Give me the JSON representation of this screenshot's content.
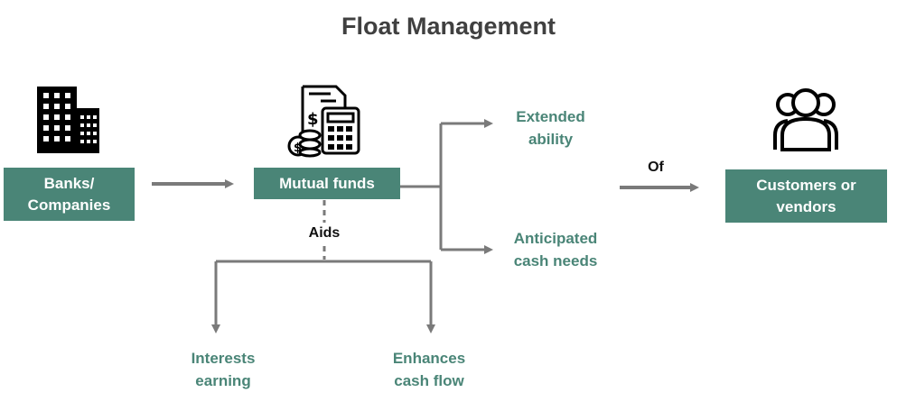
{
  "title": "Float Management",
  "nodes": {
    "banks": "Banks/\nCompanies",
    "mutual_funds": "Mutual funds",
    "customers": "Customers or\nvendors"
  },
  "connectors": {
    "aids": "Aids",
    "of": "Of"
  },
  "outcomes": {
    "extended_ability": "Extended\nability",
    "anticipated_cash_needs": "Anticipated\ncash needs",
    "interests_earning": "Interests\nearning",
    "enhances_cash_flow": "Enhances\ncash flow"
  },
  "icons": {
    "banks": "office-building-icon",
    "mutual_funds": "document-calculator-coins-icon",
    "customers": "people-group-icon"
  },
  "colors": {
    "box_fill": "#4a8577",
    "label_green": "#4a8577",
    "arrow_gray": "#7a7a7a",
    "title_gray": "#404040"
  }
}
